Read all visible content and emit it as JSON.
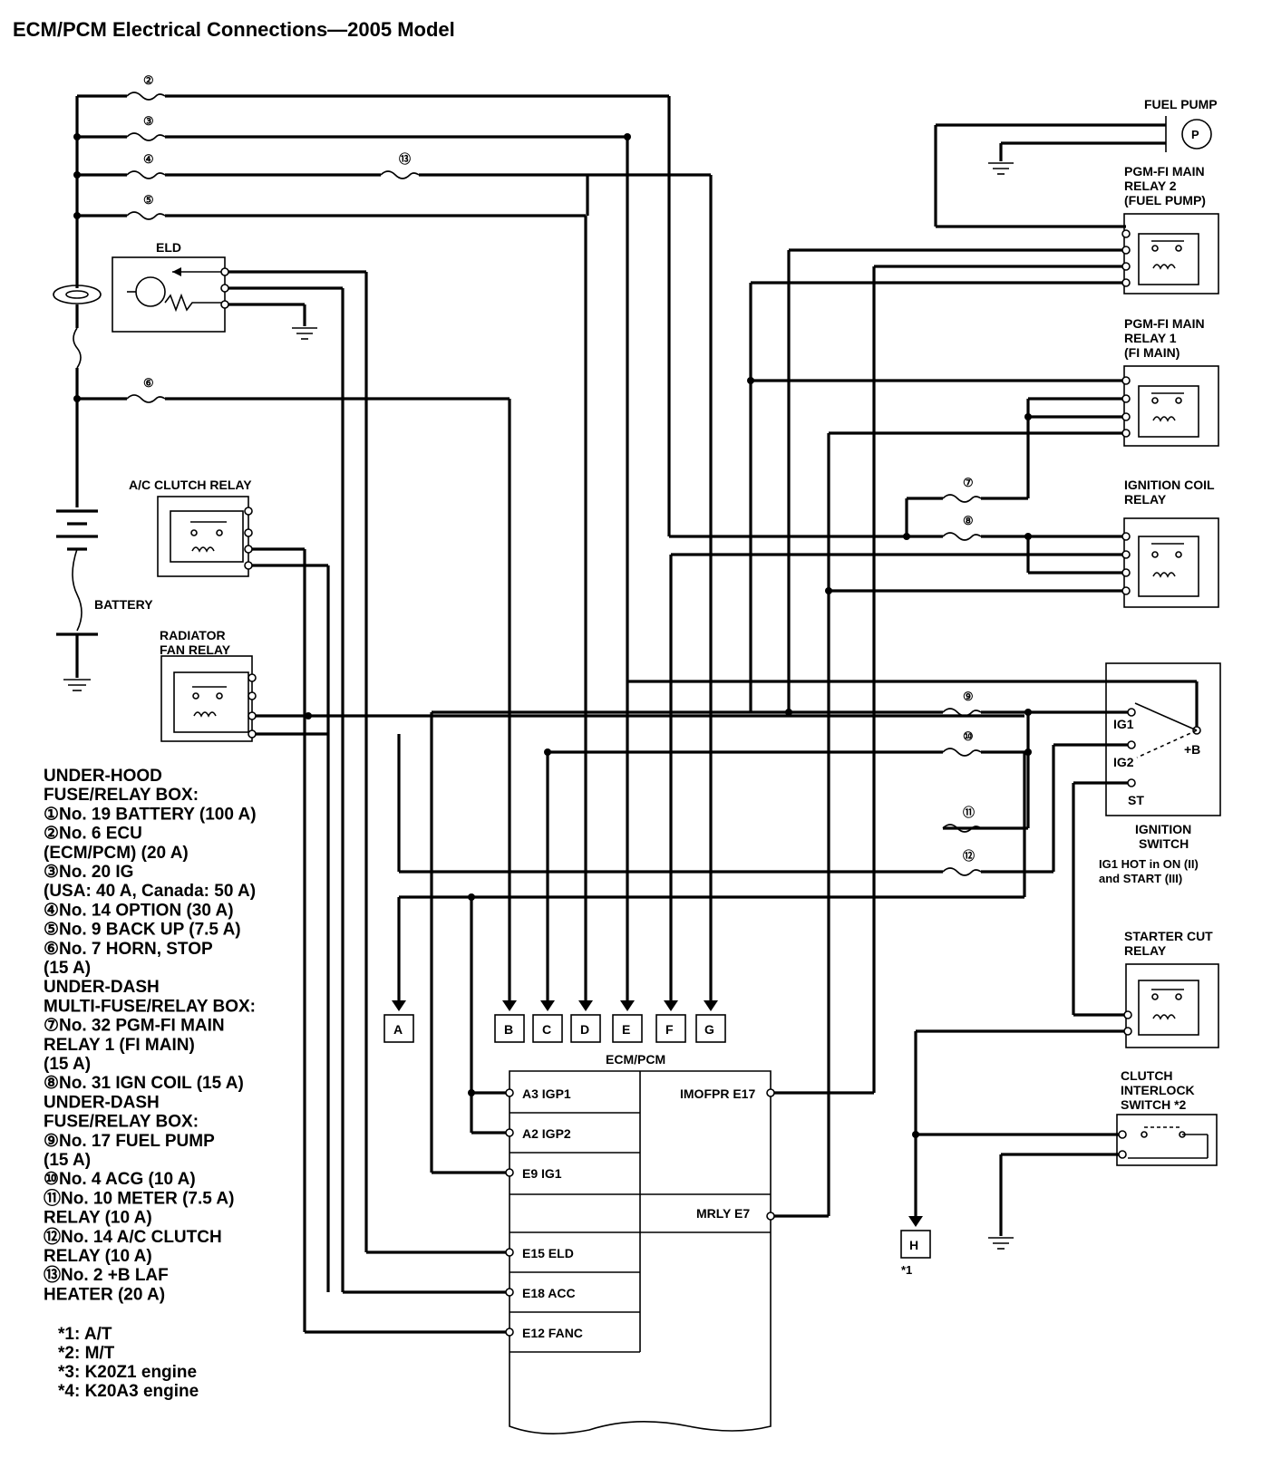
{
  "title": "ECM/PCM Electrical Connections—2005 Model",
  "labels": {
    "fuel_pump": "FUEL PUMP",
    "fuel_pump_symbol": "P",
    "main_relay2_l1": "PGM-FI MAIN",
    "main_relay2_l2": "RELAY 2",
    "main_relay2_l3": "(FUEL PUMP)",
    "main_relay1_l1": "PGM-FI MAIN",
    "main_relay1_l2": "RELAY 1",
    "main_relay1_l3": "(FI MAIN)",
    "ign_coil_l1": "IGNITION COIL",
    "ign_coil_l2": "RELAY",
    "ign_switch_l1": "IGNITION",
    "ign_switch_l2": "SWITCH",
    "ign_note_l1": "IG1 HOT in ON (II)",
    "ign_note_l2": "and START (III)",
    "ig1": "IG1",
    "ig2": "IG2",
    "st": "ST",
    "plus_b": "+B",
    "starter_l1": "STARTER CUT",
    "starter_l2": "RELAY",
    "clutch_l1": "CLUTCH",
    "clutch_l2": "INTERLOCK",
    "clutch_l3": "SWITCH *2",
    "eld": "ELD",
    "ac_relay": "A/C CLUTCH RELAY",
    "battery": "BATTERY",
    "rad_l1": "RADIATOR",
    "rad_l2": "FAN RELAY",
    "ecm": "ECM/PCM",
    "h_note": "*1"
  },
  "fuse_numbers": {
    "f2": "②",
    "f3": "③",
    "f4": "④",
    "f5": "⑤",
    "f6": "⑥",
    "f7": "⑦",
    "f8": "⑧",
    "f9": "⑨",
    "f10": "⑩",
    "f11": "⑪",
    "f12": "⑫",
    "f13": "⑬"
  },
  "connectors": [
    "A",
    "B",
    "C",
    "D",
    "E",
    "F",
    "G",
    "H"
  ],
  "ecm_left_pins": [
    "A3 IGP1",
    "A2 IGP2",
    "E9 IG1",
    "E15 ELD",
    "E18 ACC",
    "E12 FANC"
  ],
  "ecm_right_pins": [
    "IMOFPR E17",
    "MRLY E7"
  ],
  "legend": [
    "UNDER-HOOD",
    "FUSE/RELAY BOX:",
    "①No. 19 BATTERY (100 A)",
    "②No. 6 ECU",
    " (ECM/PCM) (20 A)",
    "③No. 20 IG",
    " (USA: 40 A, Canada: 50 A)",
    "④No. 14 OPTION (30 A)",
    "⑤No. 9 BACK UP (7.5 A)",
    "⑥No. 7 HORN, STOP",
    "  (15 A)",
    "UNDER-DASH",
    "MULTI-FUSE/RELAY BOX:",
    "⑦No. 32 PGM-FI MAIN",
    " RELAY 1 (FI MAIN)",
    " (15 A)",
    "⑧No. 31 IGN COIL (15 A)",
    "UNDER-DASH",
    "FUSE/RELAY BOX:",
    "⑨No. 17 FUEL PUMP",
    " (15 A)",
    "⑩No. 4 ACG (10 A)",
    "⑪No. 10 METER (7.5 A)",
    " RELAY (10 A)",
    "⑫No. 14 A/C CLUTCH",
    " RELAY (10 A)",
    "⑬No. 2 +B LAF",
    " HEATER (20 A)"
  ],
  "notes": [
    "*1: A/T",
    "*2: M/T",
    "*3: K20Z1 engine",
    "*4: K20A3 engine"
  ]
}
